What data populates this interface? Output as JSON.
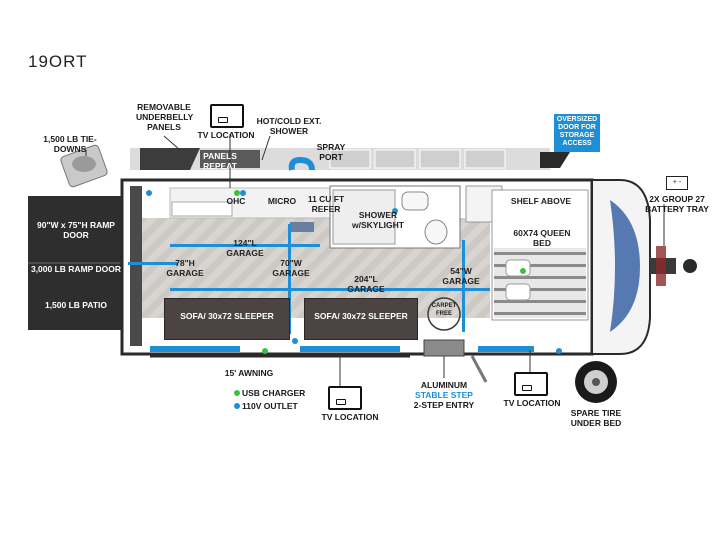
{
  "model": "19ORT",
  "labels": {
    "removable_panels": "REMOVABLE UNDERBELLY PANELS",
    "tv_location_top": "TV LOCATION",
    "hot_cold_shower": "HOT/COLD EXT. SHOWER",
    "spray_port": "SPRAY PORT",
    "oversized_door": "OVERSIZED DOOR FOR STORAGE ACCESS",
    "tie_downs": "1,500 LB TIE-DOWNS",
    "panels_repeat": "PANELS REPEAT",
    "battery_tray": "2X GROUP 27 BATTERY TRAY",
    "battery_symbol": "+ -",
    "ohc": "OHC",
    "micro": "MICRO",
    "refer": "11 CU FT REFER",
    "shower": "SHOWER w/SKYLIGHT",
    "shelf_above": "SHELF ABOVE",
    "queen_bed": "60X74 QUEEN BED",
    "ramp_door_size": "90\"W x 75\"H RAMP DOOR",
    "ramp_door_weight": "3,000 LB RAMP DOOR",
    "patio": "1,500 LB PATIO",
    "garage_124": "124\"L GARAGE",
    "garage_78": "78\"H GARAGE",
    "garage_70": "70\"W GARAGE",
    "garage_204": "204\"L GARAGE",
    "garage_54": "54\"W GARAGE",
    "sofa_left": "SOFA/ 30x72 SLEEPER",
    "sofa_right": "SOFA/ 30x72 SLEEPER",
    "carpet_free": "CARPET FREE",
    "awning": "15' AWNING",
    "usb_charger": "USB CHARGER",
    "outlet": "110V OUTLET",
    "tv_location_bottom_left": "TV LOCATION",
    "aluminum_step": "ALUMINUM",
    "stable_step": "STABLE STEP",
    "step_entry": "2-STEP ENTRY",
    "tv_location_bottom_right": "TV LOCATION",
    "spare_tire": "SPARE TIRE UNDER BED"
  },
  "colors": {
    "accent": "#1e8fd6",
    "usb": "#3fbf3f",
    "outlet": "#1e8fd6"
  }
}
